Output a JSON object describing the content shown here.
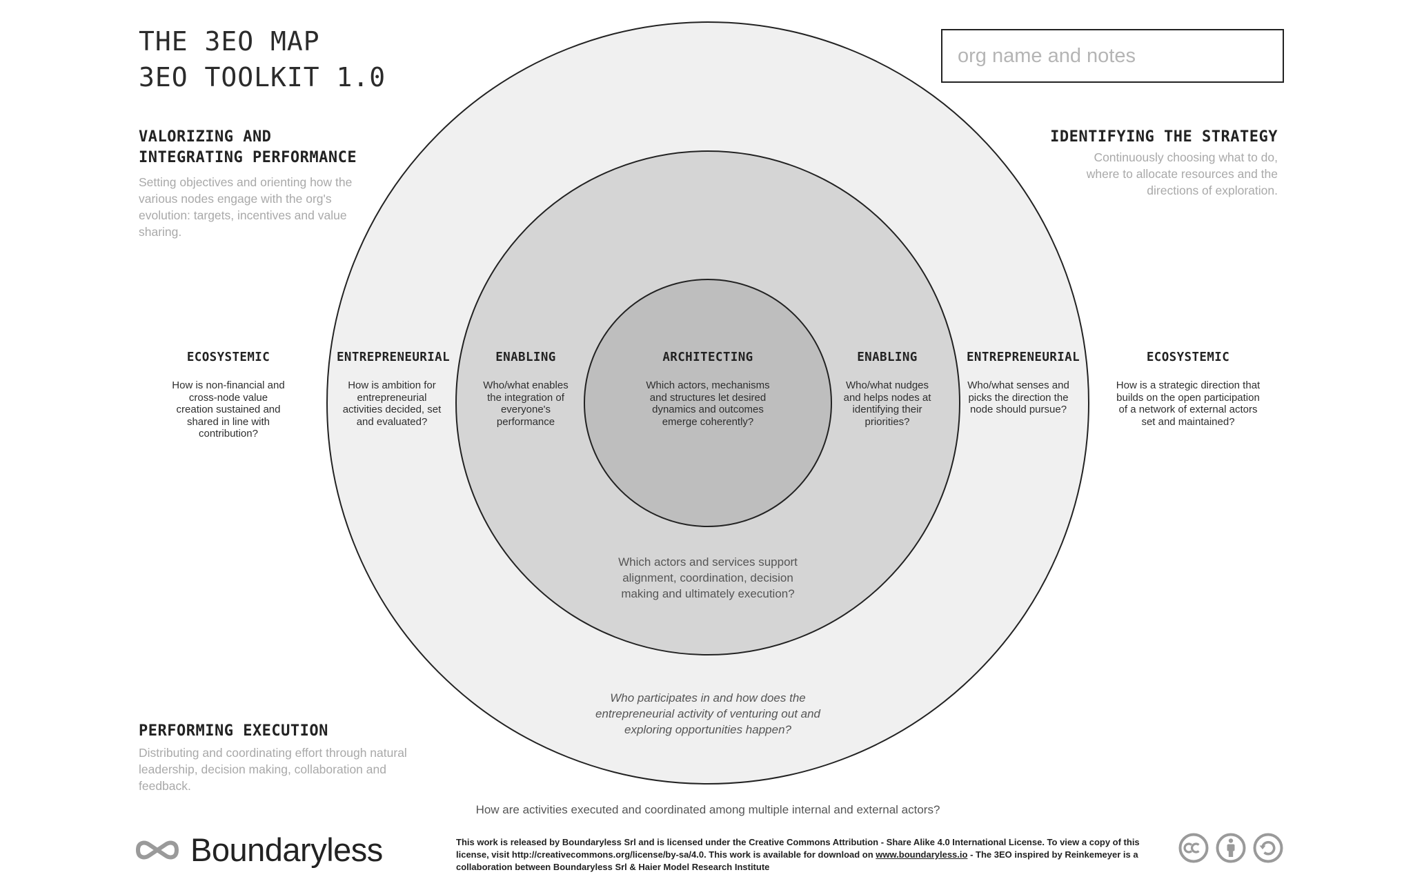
{
  "title": {
    "line1": "THE 3EO MAP",
    "line2": "3EO TOOLKIT 1.0"
  },
  "org_notes": {
    "placeholder": "org name and notes",
    "value": ""
  },
  "sections": {
    "valorizing": {
      "heading_line1": "VALORIZING AND",
      "heading_line2": "INTEGRATING PERFORMANCE",
      "text": "Setting objectives and orienting how the various nodes engage with the org's evolution: targets, incentives and value sharing."
    },
    "identifying": {
      "heading": "IDENTIFYING THE STRATEGY",
      "text": "Continuously choosing what to do, where to allocate resources and the directions of exploration."
    },
    "performing": {
      "heading": "PERFORMING EXECUTION",
      "text": "Distributing and coordinating effort through natural leadership, decision making, collaboration and feedback."
    }
  },
  "nodes": {
    "left_ecosystemic": {
      "label": "ECOSYSTEMIC",
      "question": "How is non-financial and cross-node value creation sustained and shared in line with contribution?"
    },
    "left_entrepreneurial": {
      "label": "ENTREPRENEURIAL",
      "question": "How is ambition for entrepreneurial activities decided, set and evaluated?"
    },
    "left_enabling": {
      "label": "ENABLING",
      "question": "Who/what enables the integration of everyone's performance"
    },
    "architecting": {
      "label": "ARCHITECTING",
      "question": "Which actors, mechanisms and structures let desired dynamics and outcomes emerge coherently?"
    },
    "right_enabling": {
      "label": "ENABLING",
      "question": "Who/what nudges and helps nodes at identifying their priorities?"
    },
    "right_entrepreneurial": {
      "label": "ENTREPRENEURIAL",
      "question": "Who/what senses and picks the direction the node should pursue?"
    },
    "right_ecosystemic": {
      "label": "ECOSYSTEMIC",
      "question": "How is a strategic direction that builds on the open participation of a network of external actors set and maintained?"
    }
  },
  "ring_questions": {
    "enabling_ring": "Which actors and services support alignment, coordination, decision making and ultimately execution?",
    "entrepreneurial_ring": "Who participates in and how does the entrepreneurial activity of venturing out and exploring opportunities happen?",
    "ecosystemic": "How are activities executed and coordinated among multiple internal and external actors?"
  },
  "footer": {
    "brand": "Boundaryless",
    "license_part1": "This work is released by Boundaryless Srl and is licensed under the Creative Commons Attribution - Share Alike 4.0 International License. To view a copy of this license, visit http://creativecommons.org/license/by-sa/4.0. This work is available for download on ",
    "license_link": "www.boundaryless.io",
    "license_part2": " - The 3EO inspired by Reinkemeyer is a collaboration between Boundaryless Srl & Haier Model Research Institute",
    "icons": [
      "cc-icon",
      "by-attribution-icon",
      "share-alike-icon"
    ]
  },
  "colors": {
    "outer_ring": "#f0f0f0",
    "middle_ring": "#d5d5d5",
    "inner_circle": "#bebebe",
    "stroke": "#222222",
    "muted_text": "#a9a9a9",
    "icon_gray": "#9a9a9a"
  }
}
